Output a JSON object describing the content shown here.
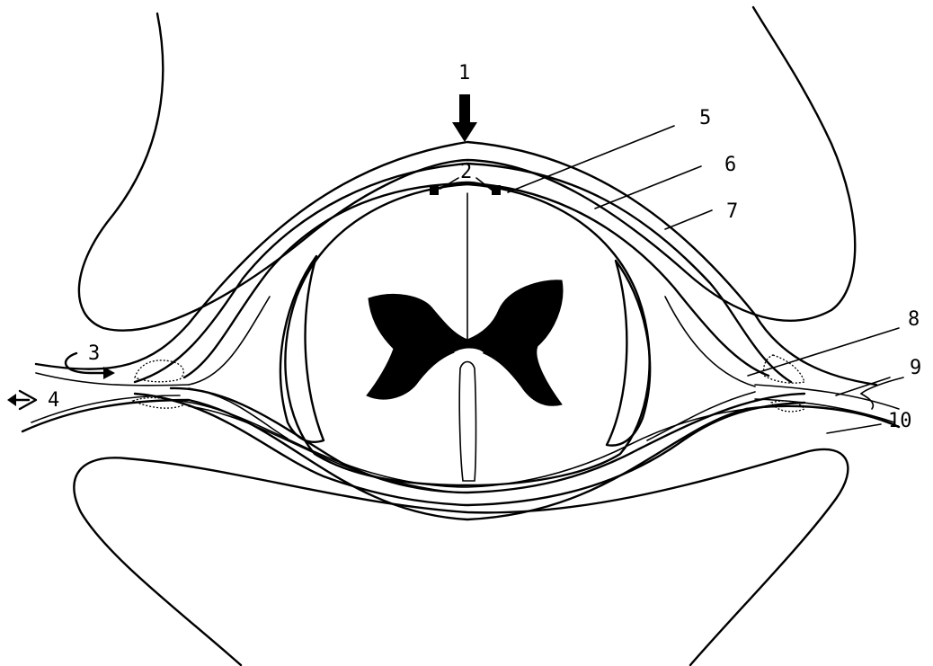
{
  "colors": {
    "ink": "#000000",
    "background": "#ffffff"
  },
  "labels": [
    "1",
    "2",
    "3",
    "4",
    "5",
    "6",
    "7",
    "8",
    "9",
    "10"
  ]
}
